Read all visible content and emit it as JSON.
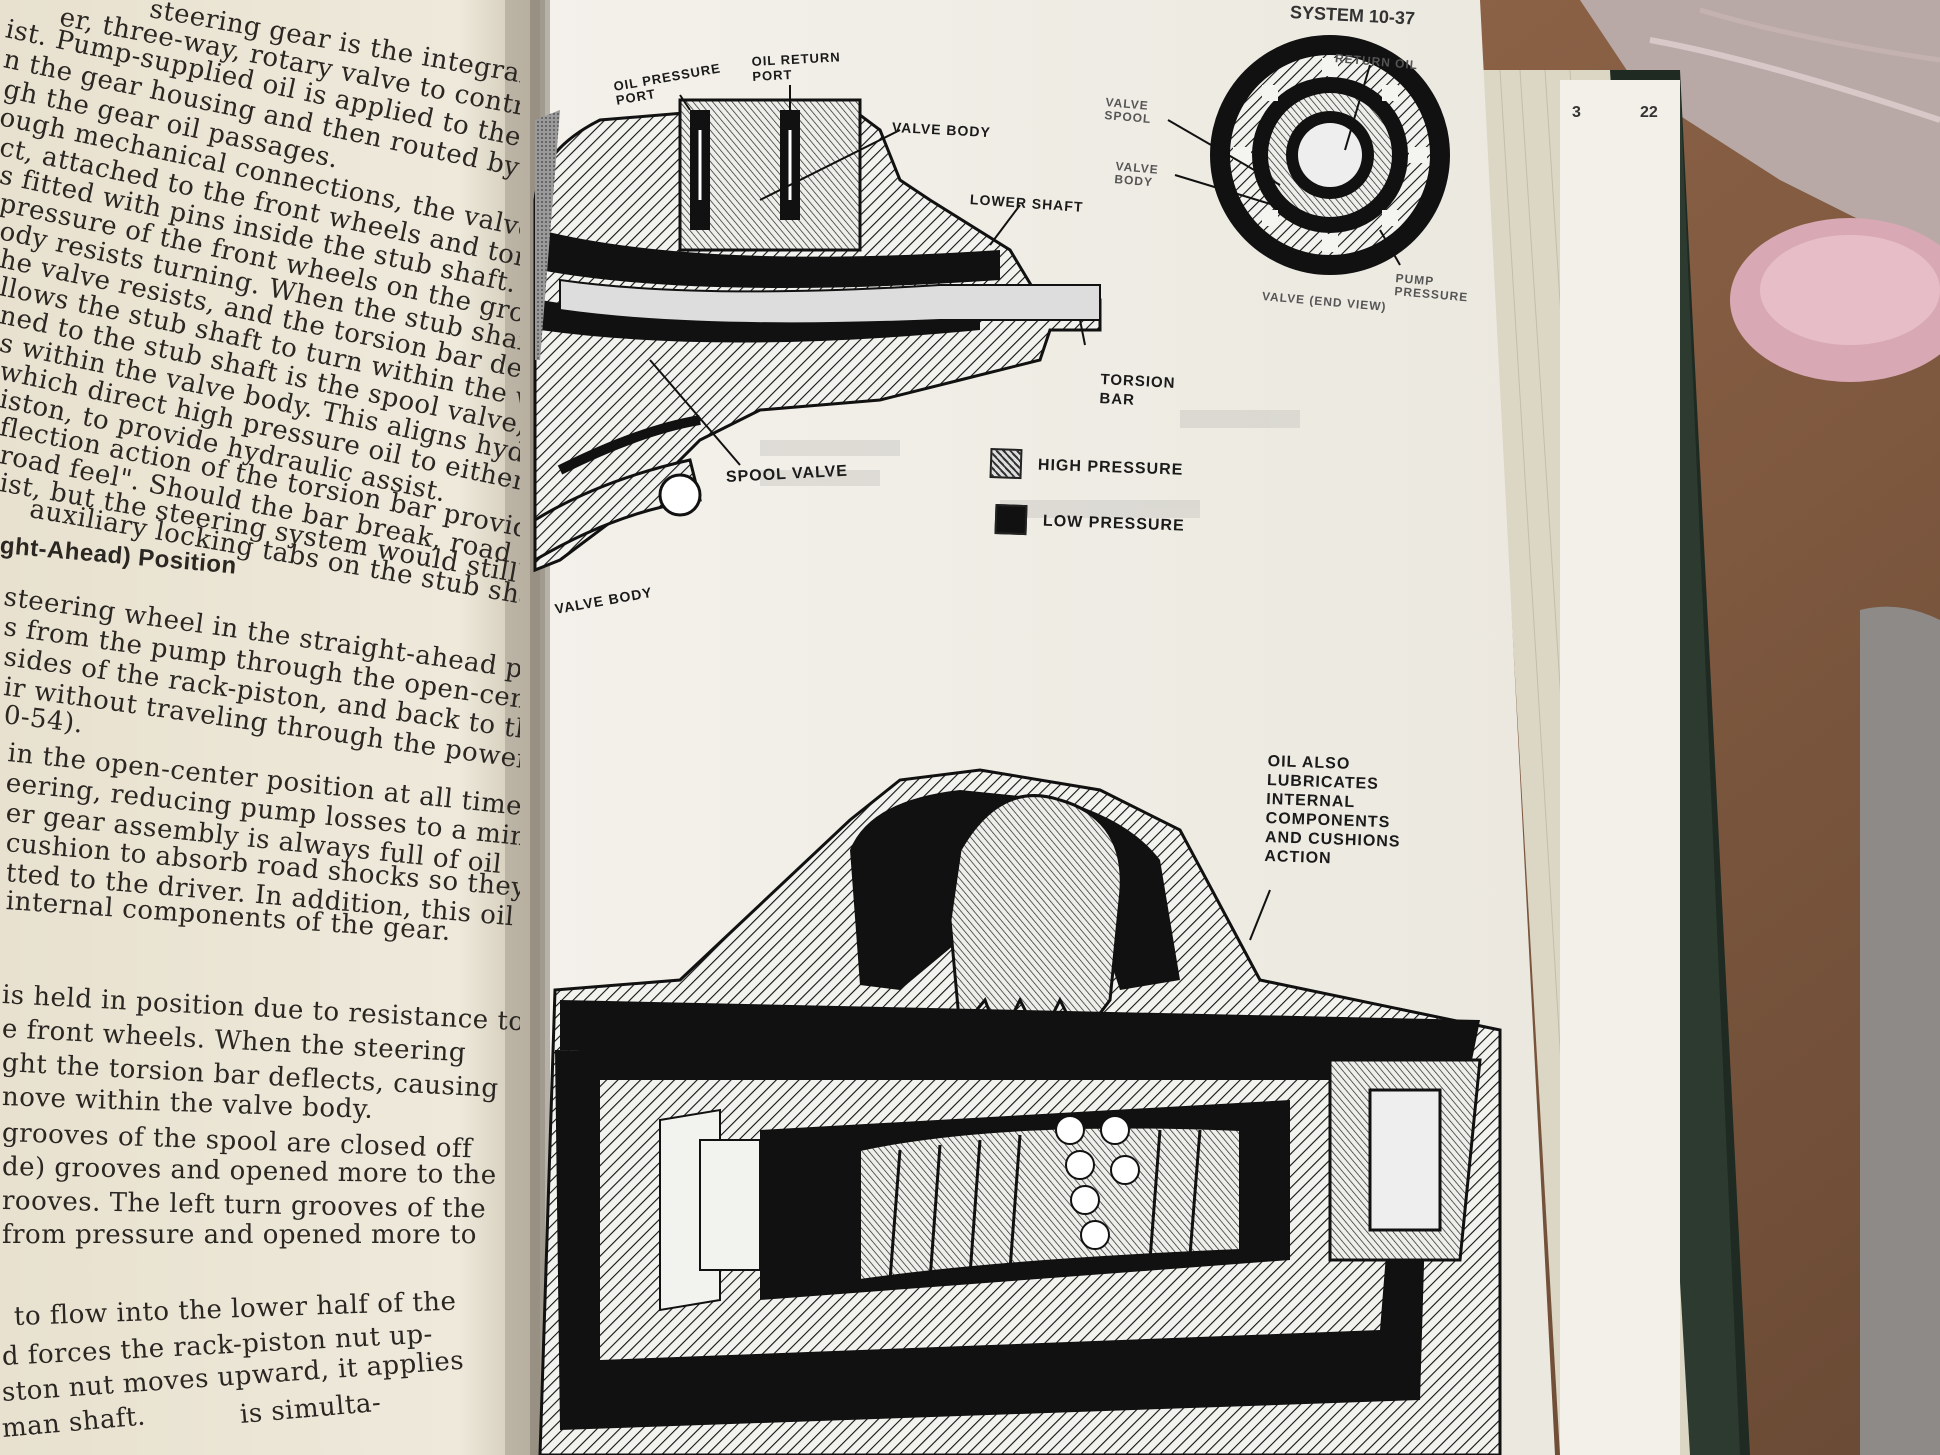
{
  "page_header": "SYSTEM 10-37",
  "right_page_numbers": [
    "3",
    "22"
  ],
  "left_page": {
    "lines": [
      "steering gear is the integral type",
      "er, three-way, rotary valve to control",
      "ist. Pump-supplied oil is applied to the",
      "n the gear housing and then routed by the",
      "gh the gear oil passages.",
      "ough mechanical connections, the valve body",
      "ct, attached to the front wheels and torsion bar",
      "s fitted with pins inside the stub shaft. Because",
      "pressure of the front wheels on the ground, the",
      "ody resists turning. When the stub shaft is",
      "he valve resists, and the torsion bar deflects",
      "llows the stub shaft to turn within the valve",
      "ned to the stub shaft is the spool valve, so it",
      "s within the valve body. This aligns hydraulic",
      "which direct high pressure oil to either end of",
      "iston, to provide hydraulic assist.",
      "flection action of the torsion bar provides",
      "road feel\". Should the bar break, road feel",
      "ist, but the steering system would still func-",
      "auxiliary locking tabs on the stub shaft."
    ],
    "heading": "ght-Ahead) Position",
    "lines2": [
      "steering wheel in the straight-ahead posi-",
      "s from the pump through the open-center",
      "sides of the rack-piston, and back to the",
      "ir without traveling through the power",
      "0-54).",
      "in the open-center position at all times",
      "eering, reducing pump losses to a mini-",
      "er gear assembly is always full of oil",
      "cushion to absorb road shocks so they",
      "tted to the driver. In addition, this oil",
      "internal components of the gear.",
      "is held in position due to resistance to",
      "e front wheels. When the steering",
      "ght the torsion bar deflects, causing",
      "nove within the valve body.",
      "grooves of the spool are closed off",
      "de) grooves and opened more to the",
      "rooves. The left turn grooves of the",
      "from pressure and opened more to",
      "to flow into the lower half of the",
      "d forces the rack-piston nut up-",
      "ston nut moves upward, it applies",
      "man shaft.",
      "is simulta-"
    ]
  },
  "diagram_top": {
    "labels": {
      "oil_pressure_port": "OIL PRESSURE PORT",
      "oil_return_port": "OIL RETURN PORT",
      "valve_body_top": "VALVE BODY",
      "lower_shaft": "LOWER SHAFT",
      "torsion_bar": "TORSION BAR",
      "spool_valve": "SPOOL VALVE",
      "valve_body_bottom": "VALVE BODY"
    }
  },
  "diagram_end_view": {
    "labels": {
      "return_oil": "RETURN OIL",
      "valve_spool": "VALVE SPOOL",
      "valve_body": "VALVE BODY",
      "pump_pressure": "PUMP PRESSURE",
      "caption": "VALVE (END VIEW)"
    }
  },
  "legend": {
    "high": "HIGH PRESSURE",
    "low": "LOW PRESSURE"
  },
  "diagram_bottom": {
    "callout": [
      "OIL ALSO",
      "LUBRICATES",
      "INTERNAL",
      "COMPONENTS",
      "AND CUSHIONS",
      "ACTION"
    ]
  },
  "colors": {
    "paper": "#f1efe8",
    "left_paper": "#ece6d6",
    "ink": "#111111",
    "background": "#6b5a4e"
  }
}
